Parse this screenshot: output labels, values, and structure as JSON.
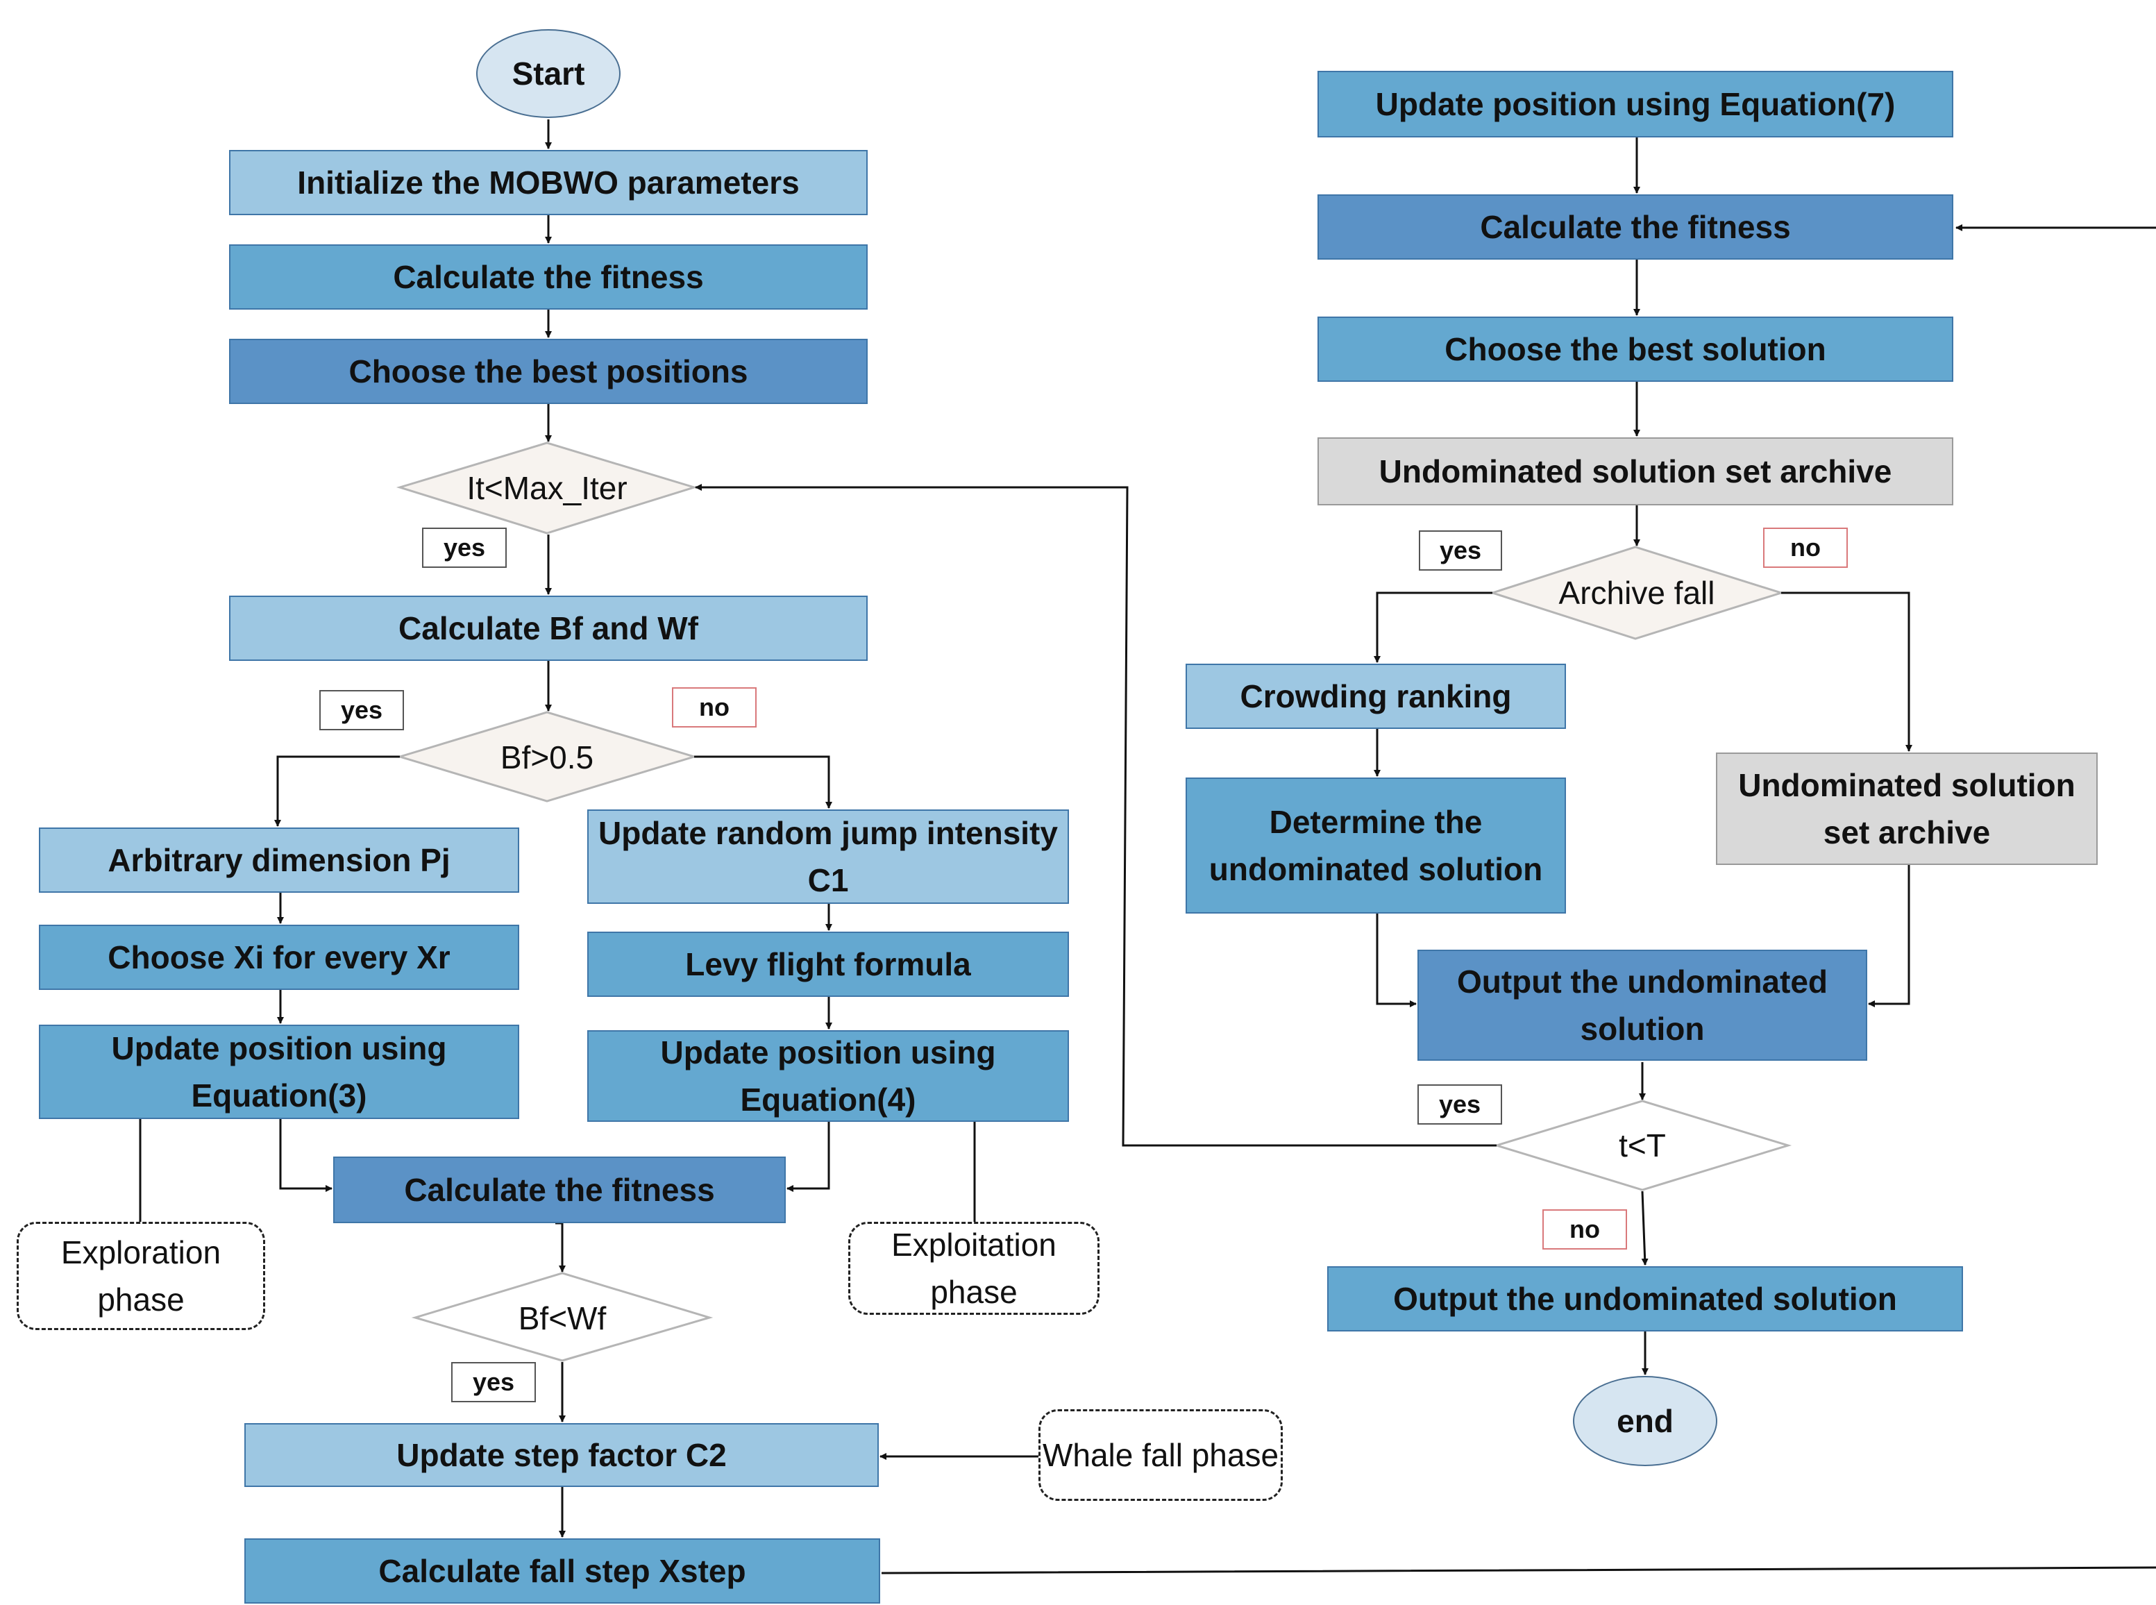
{
  "start": "Start",
  "end": "end",
  "left": {
    "init": "Initialize the MOBWO parameters",
    "fitness1": "Calculate the fitness",
    "best_positions": "Choose the best positions",
    "cond_iter": "It<Max_Iter",
    "yes_iter": "yes",
    "calc_bf_wf": "Calculate Bf and Wf",
    "yes_bf": "yes",
    "no_bf": "no",
    "cond_bf": "Bf>0.5",
    "arbitrary": "Arbitrary dimension Pj",
    "choose_xi": "Choose Xi for every Xr",
    "update_eq3": "Update position using Equation(3)",
    "update_jump": "Update random jump intensity C1",
    "levy": "Levy flight formula",
    "update_eq4": "Update position using Equation(4)",
    "fitness2": "Calculate the fitness",
    "exploration": "Exploration phase",
    "exploitation": "Exploitation phase",
    "cond_bfwf": "Bf<Wf",
    "yes_bfwf": "yes",
    "step_c2": "Update step factor C2",
    "whale_fall": "Whale fall phase",
    "fall_step": "Calculate fall step Xstep"
  },
  "right": {
    "update_eq7": "Update position using Equation(7)",
    "fitness3": "Calculate the fitness",
    "best_solution": "Choose the best solution",
    "archive1": "Undominated solution set archive",
    "yes_archive": "yes",
    "no_archive": "no",
    "cond_archive": "Archive fall",
    "crowding": "Crowding ranking",
    "determine": "Determine the undominated solution",
    "archive2": "Undominated solution set archive",
    "output1": "Output the undominated solution",
    "yes_t": "yes",
    "cond_t": "t<T",
    "no_t": "no",
    "output2": "Output the undominated solution"
  }
}
